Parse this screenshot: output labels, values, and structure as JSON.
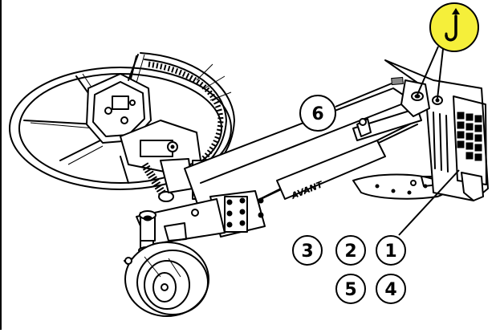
{
  "callouts": {
    "c6": "6",
    "c3": "3",
    "c2": "2",
    "c1": "1",
    "c5": "5",
    "c4": "4"
  },
  "lifting_point_icon": {
    "name": "lifting-hook-icon",
    "color": "#f5ef3a"
  },
  "logo_text": "AVANT"
}
